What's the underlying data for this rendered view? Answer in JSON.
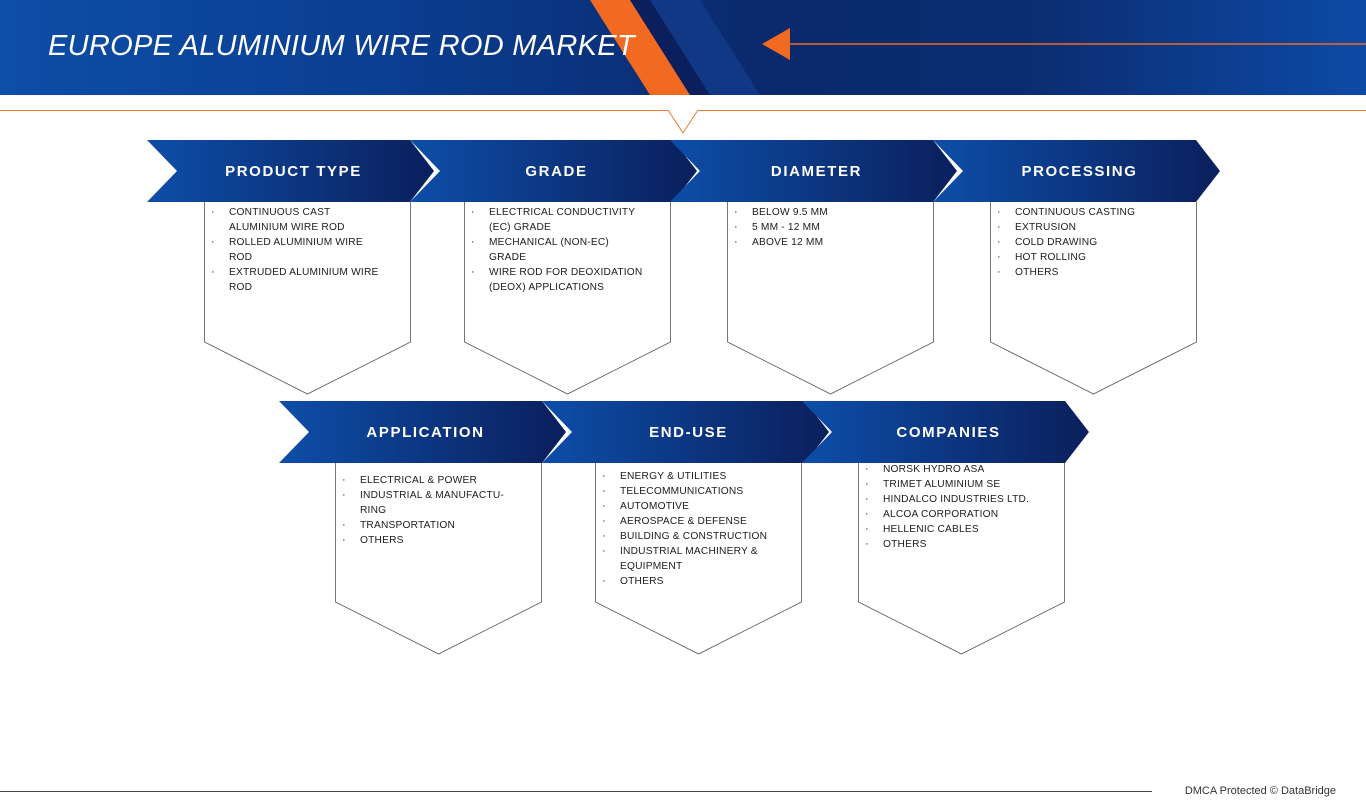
{
  "header": {
    "title": "EUROPE ALUMINIUM WIRE ROD MARKET"
  },
  "colors": {
    "navy": "#0b1f5c",
    "blue": "#0d4ea8",
    "orange": "#f26a21",
    "rule": "#e87a36"
  },
  "segments_row1": [
    {
      "title": "PRODUCT TYPE",
      "items": [
        "CONTINUOUS CAST ALUMINIUM WIRE ROD",
        "ROLLED ALUMINIUM WIRE ROD",
        "EXTRUDED ALUMINIUM WIRE ROD"
      ]
    },
    {
      "title": "GRADE",
      "items": [
        "ELECTRICAL CONDUCTIVITY (EC) GRADE",
        "MECHANICAL (NON-EC) GRADE",
        "WIRE ROD FOR DEOXIDATION (DEOX) APPLICATIONS"
      ]
    },
    {
      "title": "DIAMETER",
      "items": [
        "BELOW 9.5 MM",
        "5 MM - 12 MM",
        "ABOVE 12 MM"
      ]
    },
    {
      "title": "PROCESSING",
      "items": [
        "CONTINUOUS CASTING",
        "EXTRUSION",
        "COLD DRAWING",
        "HOT ROLLING",
        "OTHERS"
      ]
    }
  ],
  "segments_row2": [
    {
      "title": "APPLICATION",
      "items": [
        "ELECTRICAL & POWER",
        "INDUSTRIAL & MANUFACTU-RING",
        "TRANSPORTATION",
        "OTHERS"
      ]
    },
    {
      "title": "END-USE",
      "items": [
        "ENERGY & UTILITIES",
        "TELECOMMUNICATIONS",
        "AUTOMOTIVE",
        "AEROSPACE & DEFENSE",
        "BUILDING & CONSTRUCTION",
        "INDUSTRIAL MACHINERY & EQUIPMENT",
        "OTHERS"
      ]
    },
    {
      "title": "COMPANIES",
      "items": [
        "NORSK HYDRO ASA",
        "TRIMET ALUMINIUM SE",
        "HINDALCO INDUSTRIES LTD.",
        "ALCOA CORPORATION",
        "HELLENIC CABLES",
        "OTHERS"
      ]
    }
  ],
  "footer": {
    "text": "DMCA Protected © DataBridge"
  }
}
